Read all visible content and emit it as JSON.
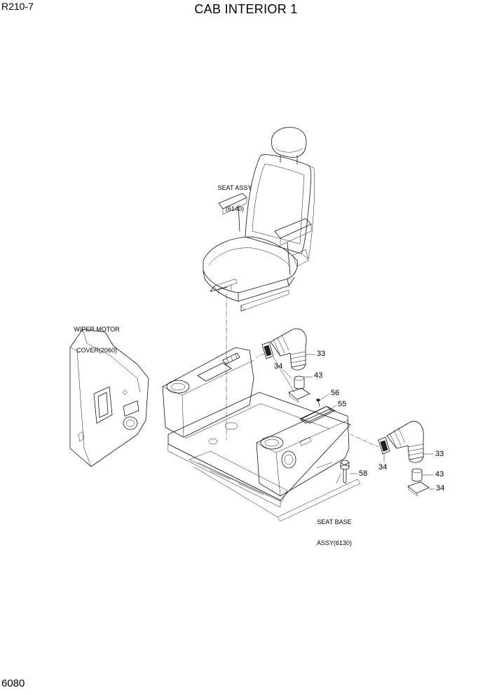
{
  "header": {
    "model_code": "R210-7",
    "title": "CAB INTERIOR 1"
  },
  "footer": {
    "page_number": "6080"
  },
  "diagram": {
    "assembly_labels": {
      "seat_assy_line1": "SEAT ASSY",
      "seat_assy_line2": "(6140)",
      "wiper_motor_line1": "WIPER MOTOR",
      "wiper_motor_line2": "COVER(2060)",
      "seat_base_line1": "SEAT BASE",
      "seat_base_line2": "ASSY(6130)"
    },
    "callouts": {
      "left_33": "33",
      "left_34": "34",
      "left_43": "43",
      "c56": "56",
      "c55": "55",
      "right_34_a": "34",
      "right_33": "33",
      "right_43": "43",
      "right_34_b": "34",
      "c58": "58"
    }
  }
}
